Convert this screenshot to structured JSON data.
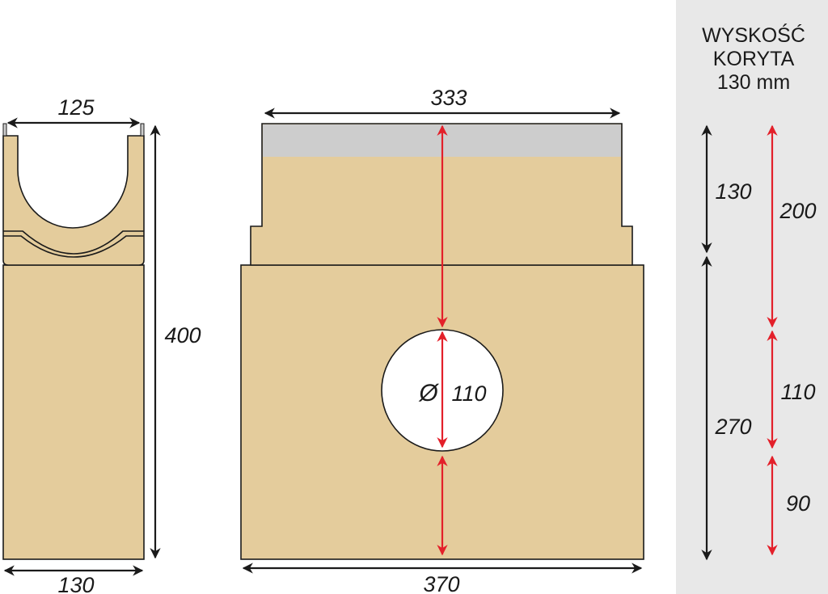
{
  "colors": {
    "concrete": "#e4cc9c",
    "top_band": "#cdcdcd",
    "panel_bg": "#e8e8e8",
    "arrow_black": "#1a1a1a",
    "arrow_red": "#e3202a",
    "hole": "#ffffff"
  },
  "side_view": {
    "width_top": "125",
    "width_bottom": "130",
    "height": "400"
  },
  "front_view": {
    "width_top": "333",
    "width_bottom": "370",
    "hole_symbol": "Ø",
    "hole_diameter": "110"
  },
  "info_panel": {
    "title_line1": "WYSKOŚĆ",
    "title_line2": "KORYTA",
    "title_line3": "130 mm",
    "black_dims": [
      "130",
      "270"
    ],
    "red_dims": [
      "200",
      "110",
      "90"
    ]
  }
}
